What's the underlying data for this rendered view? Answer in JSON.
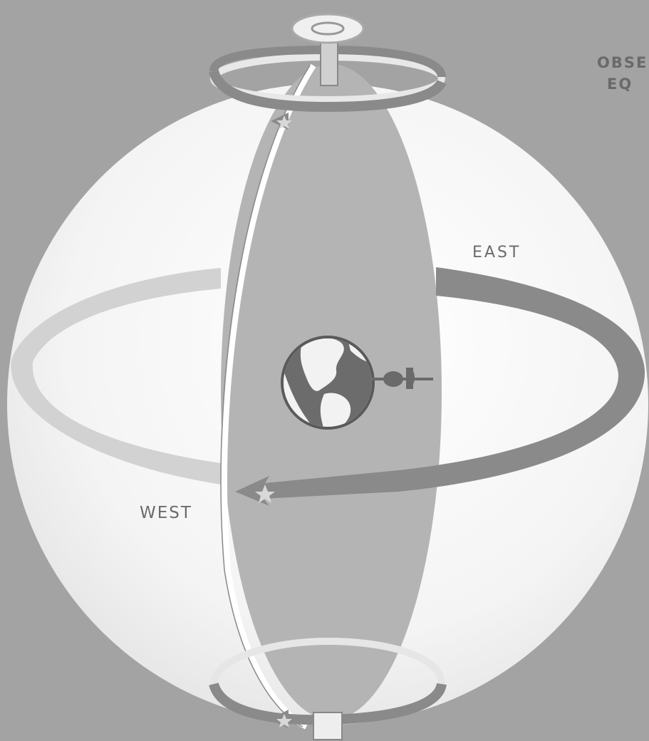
{
  "labels": {
    "east": "EAST",
    "west": "WEST",
    "corner_line1": "OBSE",
    "corner_line2": "EQ"
  },
  "colors": {
    "background": "#a3a3a3",
    "celestial_sphere": "#f7f7f7",
    "meridian_disk": "#b4b4b4",
    "band_dark": "#8a8a8a",
    "band_light": "#d2d2d2",
    "earth_land": "#f2f2f2",
    "earth_ocean": "#6c6c6c",
    "label_text": "#6b6b6b"
  },
  "icons": {
    "top_pole_marker": "star-arrow-icon",
    "bottom_pole_marker": "star-arrow-icon",
    "equator_arrow": "star-arrow-icon",
    "observer": "observer-figure-icon",
    "earth": "earth-globe-icon"
  }
}
